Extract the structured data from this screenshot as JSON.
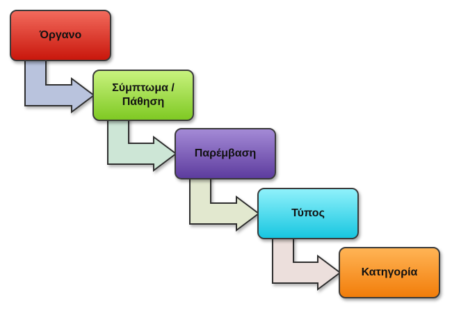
{
  "steps": [
    {
      "label": "Όργανο",
      "color_top": "#f26a5c",
      "color_bottom": "#c9170c"
    },
    {
      "label": "Σύμπτωμα / Πάθηση",
      "color_top": "#c8f27e",
      "color_bottom": "#7fc923"
    },
    {
      "label": "Παρέμβαση",
      "color_top": "#a48ad6",
      "color_bottom": "#5d3c9e"
    },
    {
      "label": "Τύπος",
      "color_top": "#8ff1fb",
      "color_bottom": "#18c6e0"
    },
    {
      "label": "Κατηγορία",
      "color_top": "#ffb455",
      "color_bottom": "#f27d0a"
    }
  ],
  "connectors": [
    {
      "fill": "#b9c3dd"
    },
    {
      "fill": "#cde6d6"
    },
    {
      "fill": "#e2e8cf"
    },
    {
      "fill": "#ecdfdc"
    }
  ]
}
